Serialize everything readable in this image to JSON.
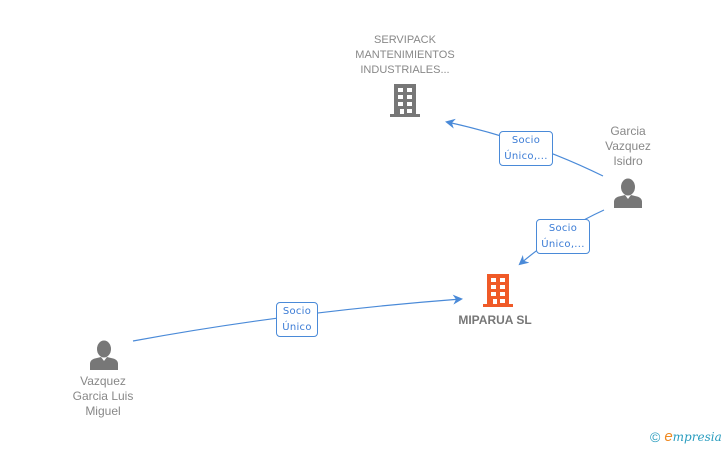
{
  "nodes": {
    "servipack": {
      "label": "SERVIPACK\nMANTENIMIENTOS\nINDUSTRIALES...",
      "type": "company",
      "color": "#777777"
    },
    "miparua": {
      "label": "MIPARUA SL",
      "type": "company-main",
      "color": "#f05a28"
    },
    "garcia_vazquez": {
      "label": "Garcia\nVazquez\nIsidro",
      "type": "person",
      "color": "#777777"
    },
    "vazquez_garcia": {
      "label": "Vazquez\nGarcia Luis\nMiguel",
      "type": "person",
      "color": "#777777"
    }
  },
  "edges": [
    {
      "from": "garcia_vazquez",
      "to": "servipack",
      "label_line1": "Socio",
      "label_line2": "Único,..."
    },
    {
      "from": "garcia_vazquez",
      "to": "miparua",
      "label_line1": "Socio",
      "label_line2": "Único,..."
    },
    {
      "from": "vazquez_garcia",
      "to": "miparua",
      "label_line1": "Socio",
      "label_line2": "Único"
    }
  ],
  "colors": {
    "edge": "#4a8ad8",
    "label_text": "#888888"
  },
  "footer": {
    "copyright_symbol": "©",
    "brand_first": "e",
    "brand_rest": "mpresia"
  }
}
